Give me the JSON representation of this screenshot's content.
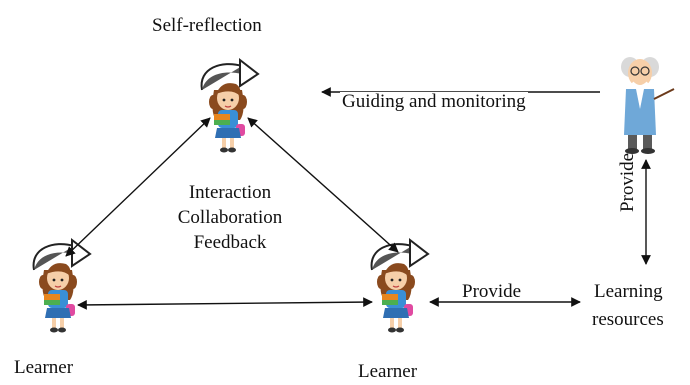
{
  "labels": {
    "self_reflection": "Self-reflection",
    "guiding": "Guiding and monitoring",
    "interaction": "Interaction",
    "collaboration": "Collaboration",
    "feedback": "Feedback",
    "learner_left": "Learner",
    "learner_right": "Learner",
    "provide_horizontal": "Provide",
    "provide_vertical": "Provide",
    "learning": "Learning",
    "resources": "resources"
  },
  "colors": {
    "hair": "#8a4a1e",
    "skin": "#f6cfa9",
    "shirt": "#3a8fd6",
    "skirt": "#2f6fb3",
    "bag": "#e04aa1",
    "books": "#e8861e",
    "teacher_coat": "#6fa8d8",
    "teacher_hair": "#d9d9d9",
    "arrow": "#111111"
  }
}
